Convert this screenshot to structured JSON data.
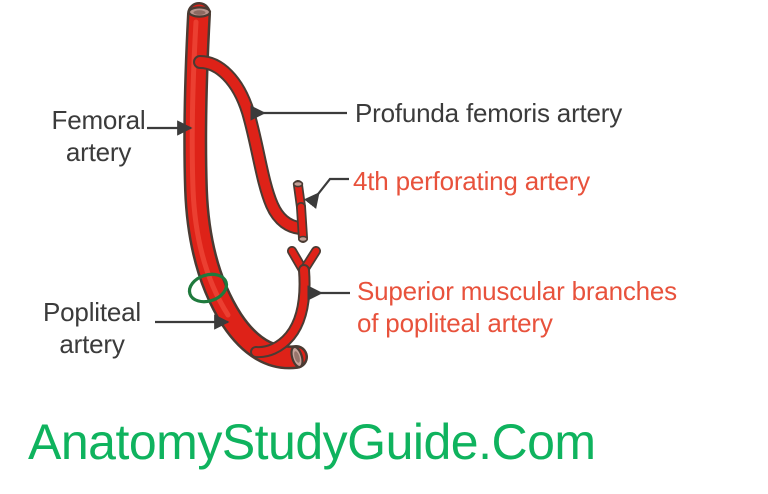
{
  "diagram": {
    "subject": "Femoral and popliteal artery with branches",
    "labels": [
      {
        "id": "femoral-artery",
        "text": "Femoral\nartery",
        "color": "#3b3b3b",
        "leader": "arrow-right"
      },
      {
        "id": "popliteal-artery",
        "text": "Popliteal\nartery",
        "color": "#3b3b3b",
        "leader": "arrow-right"
      },
      {
        "id": "profunda-femoris-artery",
        "text": "Profunda femoris artery",
        "color": "#3b3b3b",
        "leader": "arrow-left"
      },
      {
        "id": "fourth-perforating-artery",
        "text": "4th perforating artery",
        "color": "#e8523c",
        "leader": "arrow-left-bent"
      },
      {
        "id": "superior-muscular-branches",
        "text": "Superior muscular branches\nof popliteal artery",
        "color": "#e8523c",
        "leader": "arrow-left"
      }
    ],
    "structures": [
      {
        "id": "femoral-artery",
        "name": "Femoral artery",
        "color": "#de2218"
      },
      {
        "id": "popliteal-artery",
        "name": "Popliteal artery",
        "color": "#de2218"
      },
      {
        "id": "profunda-femoris-artery",
        "name": "Profunda femoris artery",
        "color": "#de2218"
      },
      {
        "id": "fourth-perforating-artery",
        "name": "4th perforating artery",
        "color": "#de2218"
      },
      {
        "id": "superior-muscular-branches",
        "name": "Superior muscular branches of popliteal artery",
        "color": "#de2218"
      }
    ],
    "markers": [
      {
        "id": "green-ring-marker",
        "shape": "ellipse-outline",
        "color": "#1f7a3d"
      }
    ],
    "colors": {
      "artery_fill": "#de2218",
      "artery_outline": "#4a3b33",
      "cut_end": "#b9948c",
      "label_dark": "#3b3b3b",
      "label_red": "#e8523c",
      "ring_green": "#1f7a3d",
      "background": "#ffffff"
    }
  },
  "watermark": {
    "text": "AnatomyStudyGuide.Com",
    "color": "#0fb35e"
  }
}
